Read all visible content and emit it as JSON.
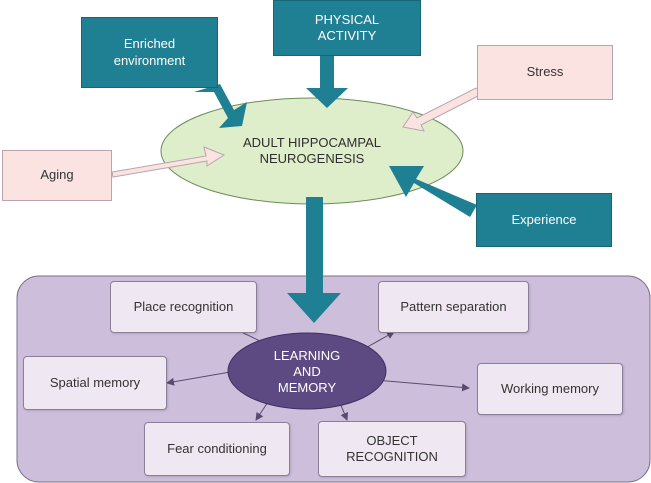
{
  "diagram": {
    "center": {
      "lines": [
        "ADULT HIPPOCAMPAL",
        "NEUROGENESIS"
      ]
    },
    "inputs": {
      "enriched": {
        "lines": [
          "Enriched",
          "environment"
        ]
      },
      "physical": {
        "lines": [
          "PHYSICAL",
          "ACTIVITY"
        ]
      },
      "stress": {
        "lines": [
          "Stress"
        ]
      },
      "aging": {
        "lines": [
          "Aging"
        ]
      },
      "experience": {
        "lines": [
          "Experience"
        ]
      }
    },
    "hub": {
      "lines": [
        "LEARNING",
        "AND",
        "MEMORY"
      ]
    },
    "outputs": {
      "place": {
        "lines": [
          "Place recognition"
        ]
      },
      "pattern": {
        "lines": [
          "Pattern separation"
        ]
      },
      "spatial": {
        "lines": [
          "Spatial memory"
        ]
      },
      "working": {
        "lines": [
          "Working memory"
        ]
      },
      "fear": {
        "lines": [
          "Fear conditioning"
        ]
      },
      "object": {
        "lines": [
          "OBJECT",
          "RECOGNITION"
        ]
      }
    },
    "colors": {
      "teal": "#1f7f93",
      "pink": "#fbe3e2",
      "ellipse_green": "#dfeeca",
      "panel_lavender": "#cdbfdc",
      "hub_purple": "#5e4a82",
      "box_lavender": "#efe8f2"
    }
  }
}
